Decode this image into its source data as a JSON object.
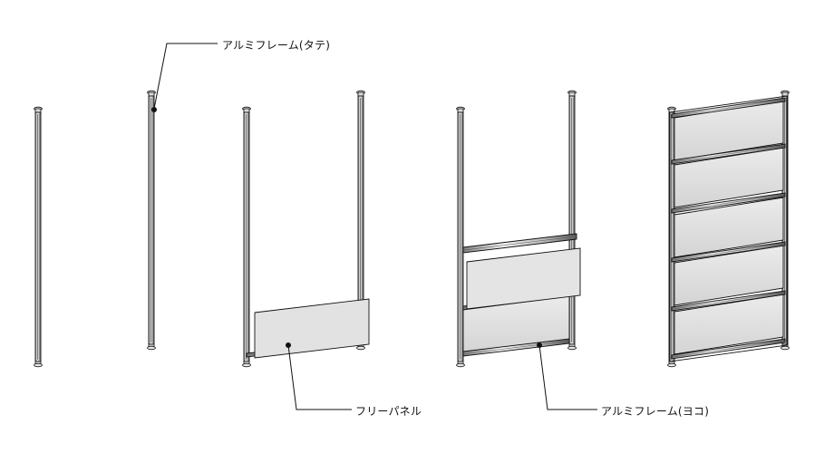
{
  "labels": {
    "aluminum_frame_vertical": "アルミフレーム(タテ)",
    "free_panel": "フリーパネル",
    "aluminum_frame_horizontal": "アルミフレーム(ヨコ)"
  },
  "colors": {
    "line": "#111111",
    "post_fill": "#f2f2f2",
    "post_shade": "#8a8a8a",
    "panel_fill": "#e6e6e6",
    "panel_fill_dark": "#dadada",
    "background": "#ffffff"
  }
}
